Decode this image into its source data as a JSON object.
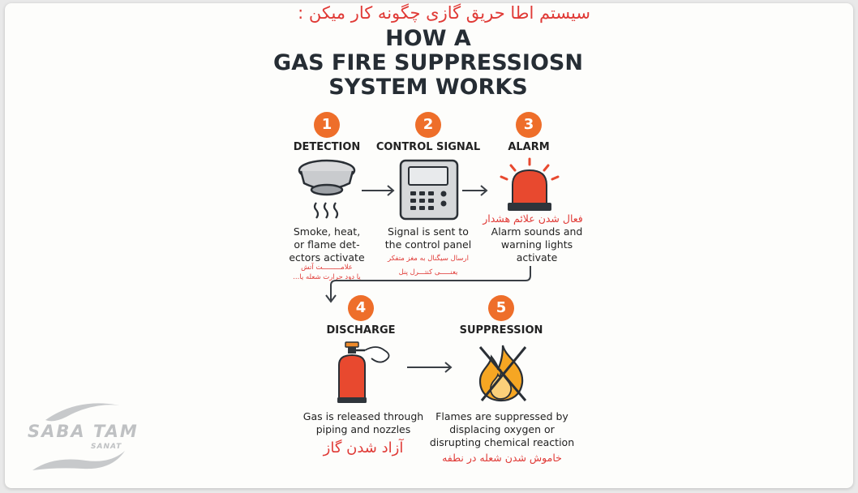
{
  "title_fa": "سیستم اطا حریق گازی چگونه کار میکن :",
  "title_en": [
    "HOW A",
    "GAS FIRE SUPPRESSIOSN",
    "SYSTEM WORKS"
  ],
  "steps": [
    {
      "num": "1",
      "label": "DETECTION",
      "desc": [
        "Smoke, heat,",
        "or flame det-",
        "ectors activate"
      ],
      "fa": [
        "علامـــــــــت آتش",
        "یا دود حرارت شعله یا..."
      ]
    },
    {
      "num": "2",
      "label": "CONTROL SIGNAL",
      "desc": [
        "Signal is sent to",
        "the control panel"
      ],
      "fa": [
        "ارسال سیگنال به مغز متفکر",
        "یعنـــــی کنتـــرل پنل"
      ]
    },
    {
      "num": "3",
      "label": "ALARM",
      "desc": [
        "Alarm sounds and",
        "warning lights",
        "activate"
      ],
      "fa": [
        "فعال شدن علائم هشدار"
      ]
    },
    {
      "num": "4",
      "label": "DISCHARGE",
      "desc": [
        "Gas is released through",
        "piping and nozzles"
      ],
      "fa": [
        "آزاد شدن گاز"
      ]
    },
    {
      "num": "5",
      "label": "SUPPRESSION",
      "desc": [
        "Flames are suppressed by",
        "displacing oxygen or",
        "disrupting chemical reaction"
      ],
      "fa": [
        "خاموش شدن شعله در نطفه"
      ]
    }
  ],
  "logo": {
    "line1": "SABA TAM",
    "line2": "SANAT"
  },
  "colors": {
    "accent": "#ee6e2a",
    "fa_text": "#e03a36",
    "title": "#262d34"
  },
  "icons": {
    "detector": "smoke-detector-icon",
    "panel": "control-panel-icon",
    "alarm": "alarm-beacon-icon",
    "extinguisher": "gas-cylinder-icon",
    "suppressed": "crossed-flame-icon"
  }
}
